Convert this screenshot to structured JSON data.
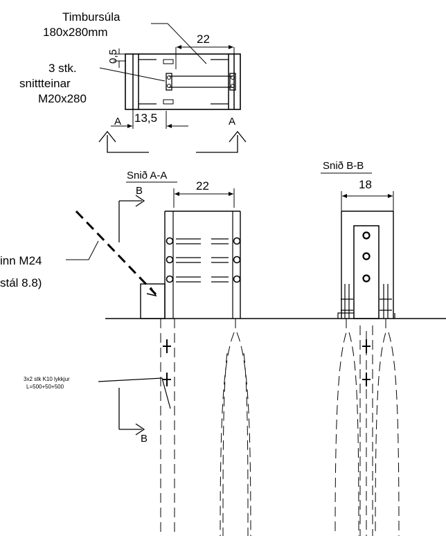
{
  "top_view": {
    "column_label_line1": "Timbursúla",
    "column_label_line2": "180x280mm",
    "dim_gap": "0,5",
    "rods_line1": "3  stk.",
    "rods_line2": "snittteinar",
    "rods_line3": "M20x280",
    "dim_width": "22",
    "dim_offset": "13,5",
    "section_mark_left": "A",
    "section_mark_right": "A"
  },
  "section_aa": {
    "title": "Snið A-A",
    "dim_width": "22",
    "section_mark_top": "B",
    "section_mark_bottom": "B",
    "anchor_line1": "inn  M24",
    "anchor_line2": "stál  8.8)",
    "rebar_line1": "3x2 stk K10 lykkjur",
    "rebar_line2": "L=500+50+500"
  },
  "section_bb": {
    "title": "Snið B-B",
    "dim_width": "18"
  }
}
